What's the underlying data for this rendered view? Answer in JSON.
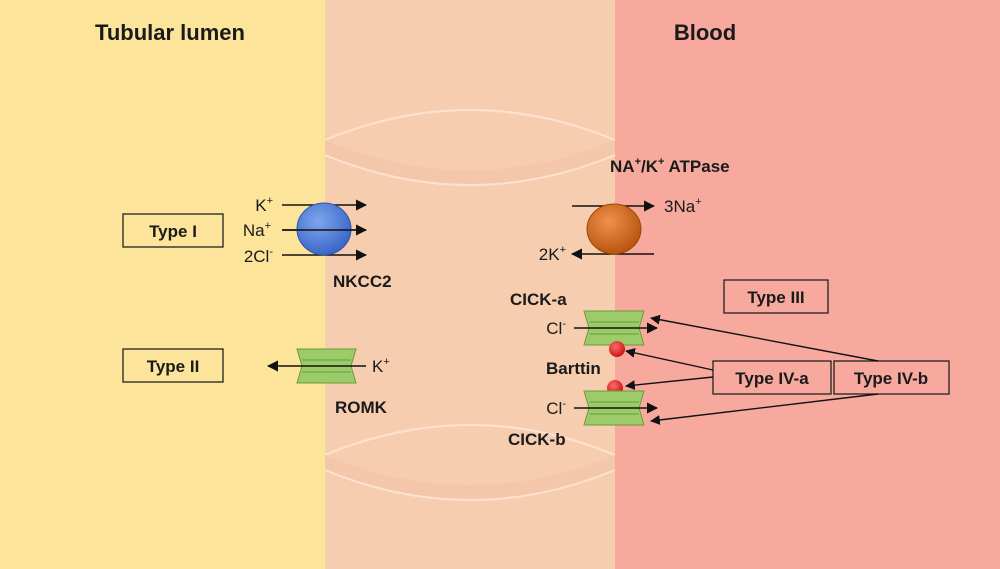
{
  "diagram": {
    "regions": {
      "lumen_title": "Tubular lumen",
      "blood_title": "Blood"
    },
    "colors": {
      "lumen": "#fce49a",
      "cell": "#f7cdb0",
      "blood": "#f7a99e",
      "nkcc2": "#4f7ed6",
      "atpase": "#d36a18",
      "channel": "#9ccb6a",
      "barttin": "#e51c1c"
    },
    "transporters": {
      "nkcc2": {
        "name": "NKCC2",
        "k": "K",
        "na": "Na",
        "cl": "2Cl"
      },
      "atpase": {
        "name_prefix": "NA",
        "name_mid": "/K",
        "name_suffix": "ATPase",
        "na": "3Na",
        "k": "2K"
      },
      "romk": {
        "name": "ROMK",
        "k": "K"
      },
      "clcka": {
        "name": "CICK-a",
        "cl": "Cl"
      },
      "clckb": {
        "name": "CICK-b",
        "cl": "Cl"
      },
      "barttin": {
        "name": "Barttin"
      }
    },
    "charges": {
      "plus": "+",
      "minus": "-"
    },
    "types": {
      "type1": "Type I",
      "type2": "Type II",
      "type3": "Type III",
      "type4a": "Type IV-a",
      "type4b": "Type IV-b"
    }
  }
}
